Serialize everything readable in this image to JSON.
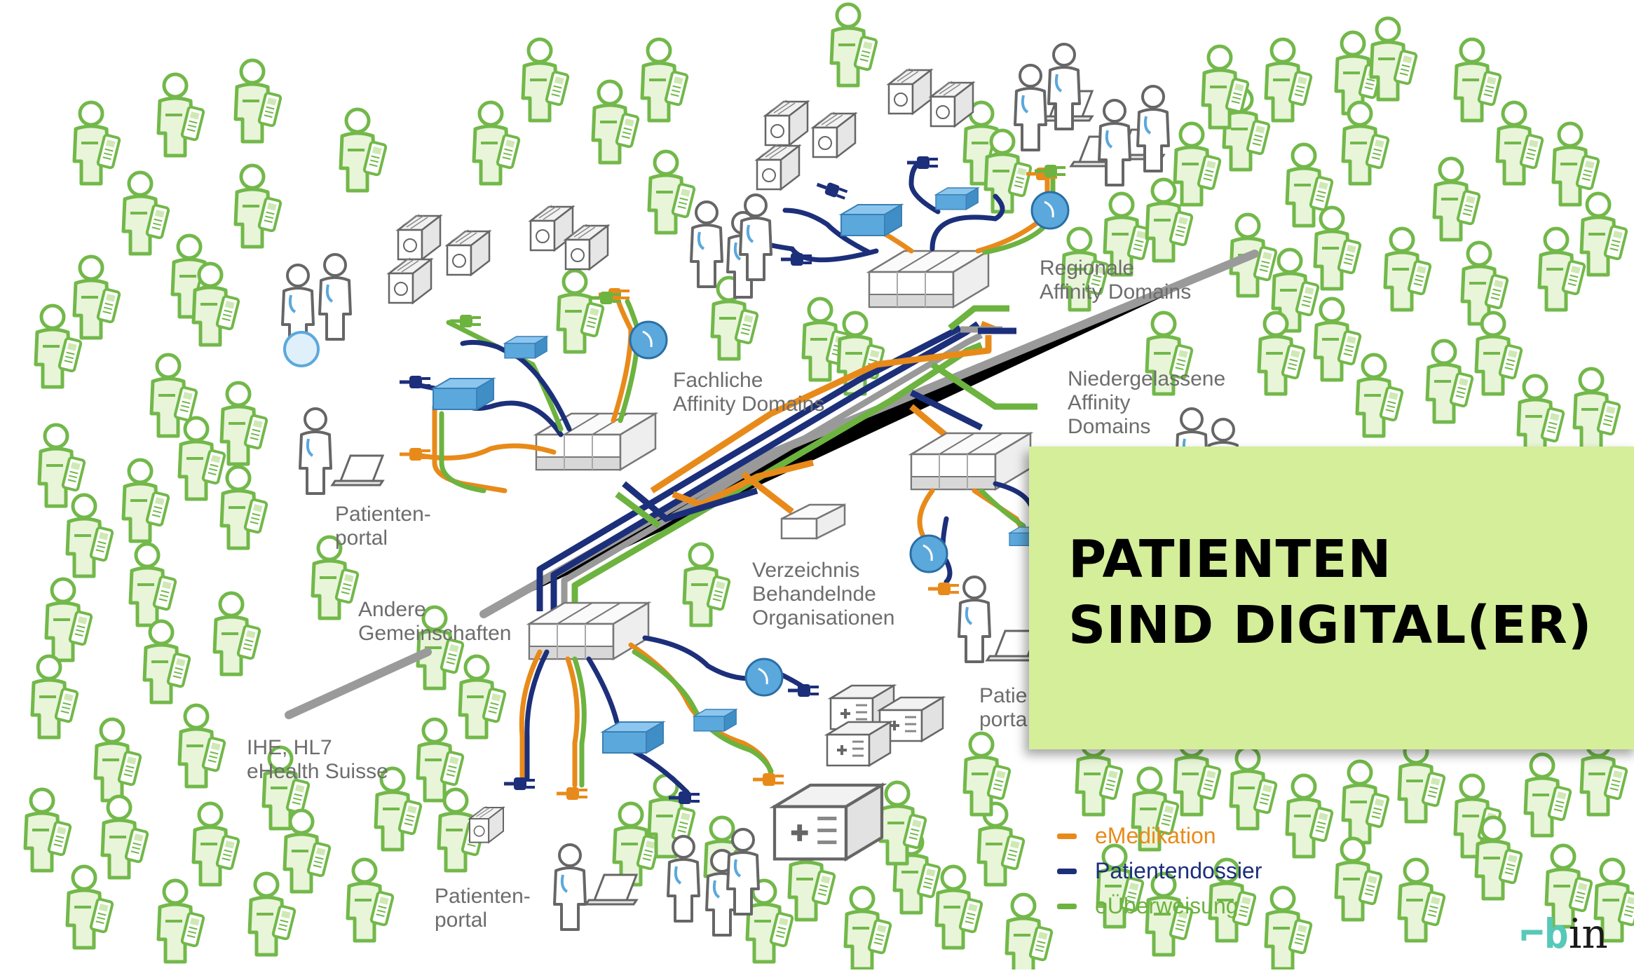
{
  "labels": {
    "regionale": "Regionale\nAffinity Domains",
    "fachliche": "Fachliche\nAffinity Domains",
    "niedergelassene": "Niedergelassene\nAffinity\nDomains",
    "patientenportal_left": "Patienten-\nportal",
    "verzeichnis": "Verzeichnis\nBehandelnde\nOrganisationen",
    "andere": "Andere\nGemeinschaften",
    "ihe": "IHE, HL7\neHealth Suisse",
    "patientenportal_bottom": "Patienten-\nportal",
    "patientenportal_right": "Patie\nporta"
  },
  "callout": {
    "line1": "PATIENTEN",
    "line2": "SIND DIGITAL(ER)"
  },
  "legend": [
    {
      "label": "eMedikation",
      "color": "#e88a1a"
    },
    {
      "label": "Patientendossier",
      "color": "#1c2f7a"
    },
    {
      "label": "eÜberweisung",
      "color": "#6db33f"
    }
  ],
  "logo": {
    "glyph": "⌐b",
    "text": "in"
  },
  "colors": {
    "figure_green": "#72b84a",
    "figure_fill": "#e8f5d9",
    "line_orange": "#e88a1a",
    "line_navy": "#1c2f7a",
    "line_green": "#6db33f",
    "line_gray": "#9a9a9a",
    "box_blue": "#5ba8dc",
    "callout_bg": "#d4ee9a"
  }
}
